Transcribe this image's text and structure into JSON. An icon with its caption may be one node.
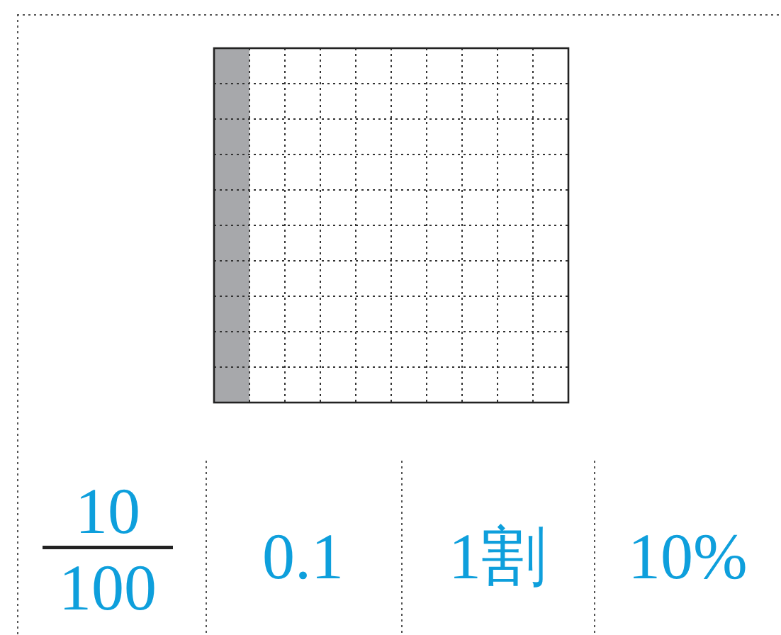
{
  "diagram": {
    "labels": [
      "10",
      "100",
      "0.1",
      "1割",
      "10%"
    ]
  }
}
